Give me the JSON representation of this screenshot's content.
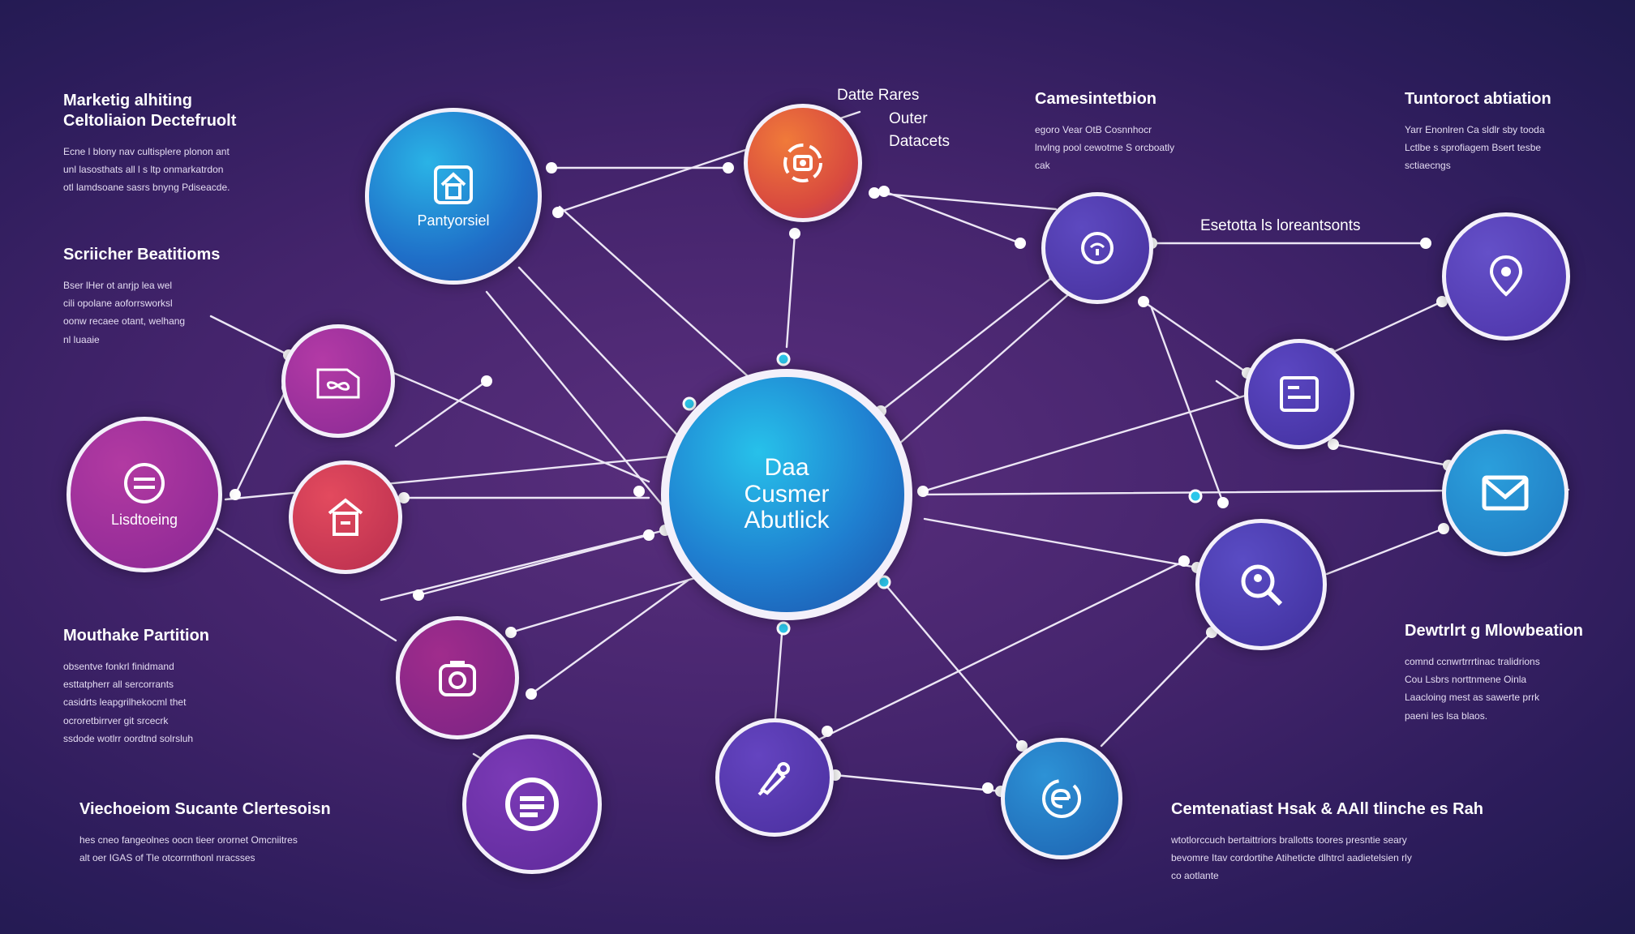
{
  "hub": {
    "lines": [
      "Daa",
      "Cusmer",
      "Abutlick"
    ]
  },
  "nodes": {
    "partnership": {
      "label": "Pantyorsiel"
    },
    "listening": {
      "label": "Lisdtoeing"
    }
  },
  "labels": {
    "data_outer": [
      "Datte Rares",
      "Outer",
      "Datacets"
    ],
    "segment": "Esetotta ls loreantsonts"
  },
  "text_blocks": {
    "marketing": {
      "title": [
        "Marketig alhiting",
        "Celtoliaion Dectefruolt"
      ],
      "body": [
        "Ecne l blony nav cultisplere plonon ant",
        "unl lasosthats all l s ltp onmarkatrdon",
        "otl lamdsoane sasrs bnyng Pdiseacde."
      ]
    },
    "scheduler": {
      "title": [
        "Scriicher Beatitioms"
      ],
      "body": [
        "Bser lHer ot anrjp lea wel",
        "cili opolane aoforrsworksl",
        "oonw recaee otant, welhang",
        "nl luaaie"
      ]
    },
    "multiple": {
      "title": [
        "Mouthake Partition"
      ],
      "body": [
        "obsentve fonkrl finidmand",
        "esttatpherr all sercorrants",
        "casidrts leapgrilhekocml thet",
        "ocroretbirrver git srcecrk",
        "ssdode wotlrr oordtnd solrsluh"
      ]
    },
    "video": {
      "title": [
        "Viechoeiom Sucante Clertesoisn"
      ],
      "body": [
        "hes cneo fangeolnes oocn tieer orornet Omcniitres",
        "alt oer IGAS  of Tle otcorrnthonl nracsses"
      ]
    },
    "communication": {
      "title": [
        "Camesintetbion"
      ],
      "body": [
        "egoro Vear OtB Cosnnhocr",
        "lnvlng pool cewotme S orcboatly",
        "cak"
      ]
    },
    "tutorial": {
      "title": [
        "Tuntoroct abtiation"
      ],
      "body": [
        "Yarr Enonlren Ca sldlr sby tooda",
        "Lctlbe s sprofiagem Bsert tesbe",
        "sctiaecngs"
      ]
    },
    "development": {
      "title": [
        "Dewtrlrt g Mlowbeation"
      ],
      "body": [
        "comnd ccnwrtrrrtinac tralidrions",
        "Cou Lsbrs norttnmene Oinla",
        "Laacloing mest as sawerte prrk",
        "paeni les lsa blaos."
      ]
    },
    "centralized": {
      "title": [
        "Cemtenatiast Hsak & AAll tlinche es Rah"
      ],
      "body": [
        "wtotlorccuch bertaittriors brallotts toores presntie seary",
        "bevomre  Itav  cordortihe Atiheticte dlhtrcl aadietelsien rly",
        "co aotlante"
      ]
    }
  },
  "colors": {
    "background_center": "#5a2f7e",
    "background_edge": "#1f1a4e",
    "line": "#ece6f5",
    "dot": "#ffffff",
    "dot_cyan": "#2cc6ea",
    "node_blue": "#2a8fd8",
    "node_orange": "#e06a3a",
    "node_purple": "#5b3ab0",
    "node_magenta": "#a02c9c",
    "node_red": "#d83a5a",
    "node_teal": "#2390c8"
  },
  "icons": {
    "partnership": "house-icon",
    "data": "circuit-target-icon",
    "communication": "bubble-icon",
    "tutorial": "location-pin-icon",
    "panel": "window-icon",
    "mail": "envelope-icon",
    "search": "search-tool-icon",
    "link": "infinity-box-icon",
    "listening": "list-icon",
    "building": "building-icon",
    "camera": "camera-icon",
    "archive": "stack-icon",
    "pen": "pen-tool-icon",
    "refresh": "refresh-e-icon"
  }
}
